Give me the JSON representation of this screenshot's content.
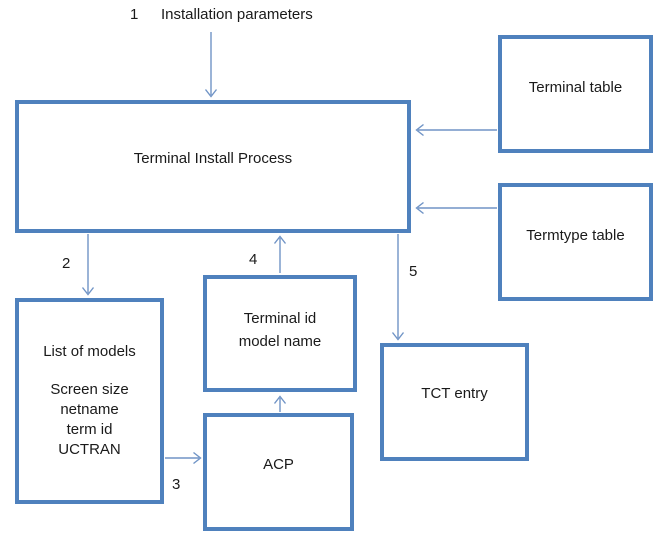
{
  "diagram": {
    "colors": {
      "box_border": "#4f81bd",
      "arrow": "#7094c6",
      "text": "#1a1a1a",
      "background": "#ffffff"
    },
    "steps": {
      "n1": "1",
      "n2": "2",
      "n3": "3",
      "n4": "4",
      "n5": "5"
    },
    "input_label": "Installation parameters",
    "boxes": {
      "main": {
        "label": "Terminal Install Process"
      },
      "terminal_table": {
        "label": "Terminal table"
      },
      "termtype_table": {
        "label": "Termtype table"
      },
      "list_models": {
        "title": "List of models",
        "lines": [
          "Screen size",
          "netname",
          "term id",
          "UCTRAN"
        ]
      },
      "terminal_id": {
        "line1": "Terminal id",
        "line2": "model name"
      },
      "acp": {
        "label": "ACP"
      },
      "tct": {
        "label": "TCT entry"
      }
    },
    "arrows": [
      {
        "name": "installation-to-main",
        "from": "Installation parameters",
        "to": "Terminal Install Process",
        "step": "1"
      },
      {
        "name": "main-to-list-models",
        "from": "Terminal Install Process",
        "to": "List of models",
        "step": "2"
      },
      {
        "name": "list-models-to-acp",
        "from": "List of models",
        "to": "ACP",
        "step": "3"
      },
      {
        "name": "acp-to-terminal-id",
        "from": "ACP",
        "to": "Terminal id model name",
        "step": ""
      },
      {
        "name": "terminal-id-to-main",
        "from": "Terminal id model name",
        "to": "Terminal Install Process",
        "step": "4"
      },
      {
        "name": "main-to-tct",
        "from": "Terminal Install Process",
        "to": "TCT entry",
        "step": "5"
      },
      {
        "name": "terminal-table-to-main",
        "from": "Terminal table",
        "to": "Terminal Install Process",
        "step": ""
      },
      {
        "name": "termtype-table-to-main",
        "from": "Termtype table",
        "to": "Terminal Install Process",
        "step": ""
      }
    ]
  }
}
